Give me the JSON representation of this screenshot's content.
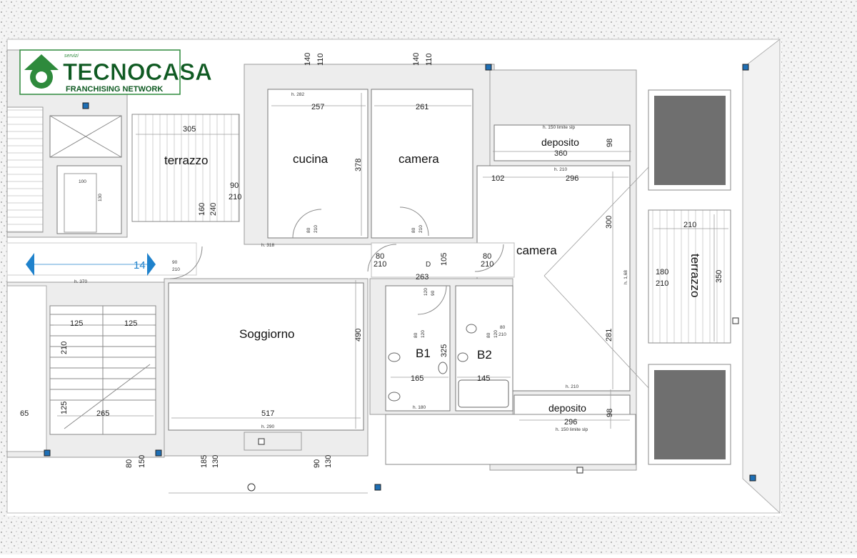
{
  "logo": {
    "top_label": "servizi",
    "brand": "TECNOCASA",
    "network": "FRANCHISING NETWORK"
  },
  "rooms": {
    "terrazzo_left": "terrazzo",
    "cucina": "cucina",
    "camera_top": "camera",
    "camera_right": "camera",
    "soggiorno": "Soggiorno",
    "b1": "B1",
    "b2": "B2",
    "deposito_top": "deposito",
    "deposito_bottom": "deposito",
    "terrazzo_right": "terrazzo",
    "floor_mark": "14"
  },
  "dims": {
    "d140a": "140",
    "d110a": "110",
    "d140b": "140",
    "d110b": "110",
    "d305": "305",
    "d257": "257",
    "d261": "261",
    "d378": "378",
    "d90a": "90",
    "d210a": "210",
    "d160": "160",
    "d240": "240",
    "d80a": "80",
    "d210b": "210",
    "d80b": "80",
    "d210c": "210",
    "d360": "360",
    "d98a": "98",
    "d102": "102",
    "d296a": "296",
    "d300": "300",
    "d210d": "210",
    "d350": "350",
    "d180a": "180",
    "d210e": "210",
    "d80c": "80",
    "d210f": "210",
    "d105": "105",
    "d80d": "80",
    "d210g": "210",
    "d263": "263",
    "d90b": "90",
    "d210h": "210",
    "d125a": "125",
    "d125b": "125",
    "d210i": "210",
    "d125c": "125",
    "d265": "265",
    "d65": "65",
    "d490": "490",
    "d517": "517",
    "d325": "325",
    "d165": "165",
    "d145": "145",
    "d80e": "80",
    "d120a": "120",
    "d80f": "80",
    "d120b": "120",
    "d80g": "80",
    "d210j": "210",
    "d281": "281",
    "d296b": "296",
    "d98b": "98",
    "d80h": "80",
    "d150": "150",
    "d185": "185",
    "d130a": "130",
    "d90c": "90",
    "d130b": "130",
    "d100": "100",
    "d130c": "130"
  },
  "notes": {
    "h282": "h. 282",
    "h150a": "h. 150 limite slp",
    "h210a": "h. 210",
    "h318": "h. 318",
    "h370": "h. 370",
    "h290": "h. 290",
    "h180": "h. 180",
    "h210b": "h. 210",
    "h150b": "h. 150 limite slp",
    "h1": "h. 1,68",
    "door_d": "D",
    "d120c": "120",
    "d90d": "90"
  },
  "colors": {
    "logo_green": "#2e8a3c",
    "logo_dark": "#0f5a22",
    "arrow_blue": "#1f82cc",
    "marker_blue": "#1e6fb5",
    "planter": "#6f6f6f"
  },
  "icons": [
    "arrow-left-icon",
    "arrow-right-icon",
    "pillar-marker-icon",
    "tecnocasa-logo-icon"
  ]
}
